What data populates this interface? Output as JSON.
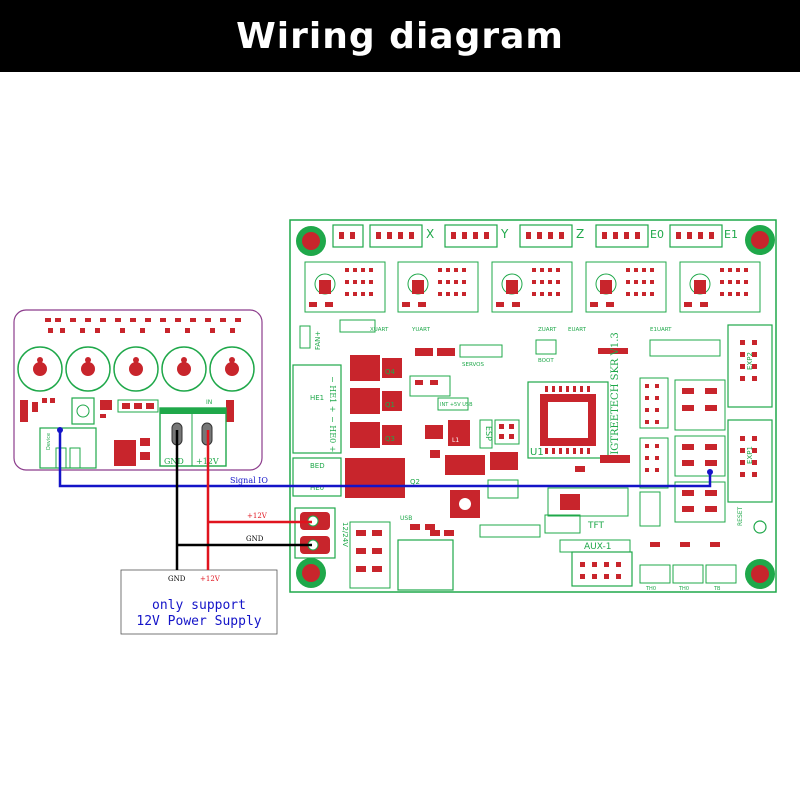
{
  "header": {
    "title": "Wiring diagram"
  },
  "wires": {
    "signal_label": "Signal IO",
    "plus12_label": "+12V",
    "gnd_label": "GND"
  },
  "power_supply": {
    "gnd_label": "GND",
    "plus12_label": "+12V",
    "text_line1": "only support",
    "text_line2": "12V Power Supply"
  },
  "module": {
    "gnd_terminal": "GND",
    "plus12_terminal": "+12V",
    "in_label": "IN",
    "conn_label": "Device"
  },
  "board": {
    "name": "BIGTREETECH SKR V1.3",
    "motor_labels": [
      "X",
      "Y",
      "Z",
      "E0",
      "E1"
    ],
    "fan_label": "FAN+",
    "servos_label": "SERVOS",
    "boot_label": "BOOT",
    "uart_labels": [
      "XUART",
      "YUART",
      "ZUART",
      "EUART",
      "E1UART"
    ],
    "mosfet_labels": [
      "Q4",
      "Q1",
      "Q3",
      "Q2"
    ],
    "heater_labels": [
      "HE1",
      "HE0",
      "BED"
    ],
    "usb_label": "USB",
    "aux_label": "AUX-1",
    "tft_label": "TFT",
    "exp_labels": [
      "EXP2",
      "EXP1"
    ],
    "reset_label": "RESET",
    "power_in_label": "12/24V",
    "int5v_label": "INT +5V USB",
    "chip_label": "U1",
    "l1_label": "L1",
    "esp_label": "ESP",
    "sensor_labels": [
      "TH0",
      "TH0",
      "TB"
    ]
  },
  "colors": {
    "board_green": "#1fa84a",
    "pad_red": "#c8252c",
    "signal_blue": "#1414c8",
    "wire_red": "#e0141e",
    "module_purple": "#8c3c8c"
  }
}
